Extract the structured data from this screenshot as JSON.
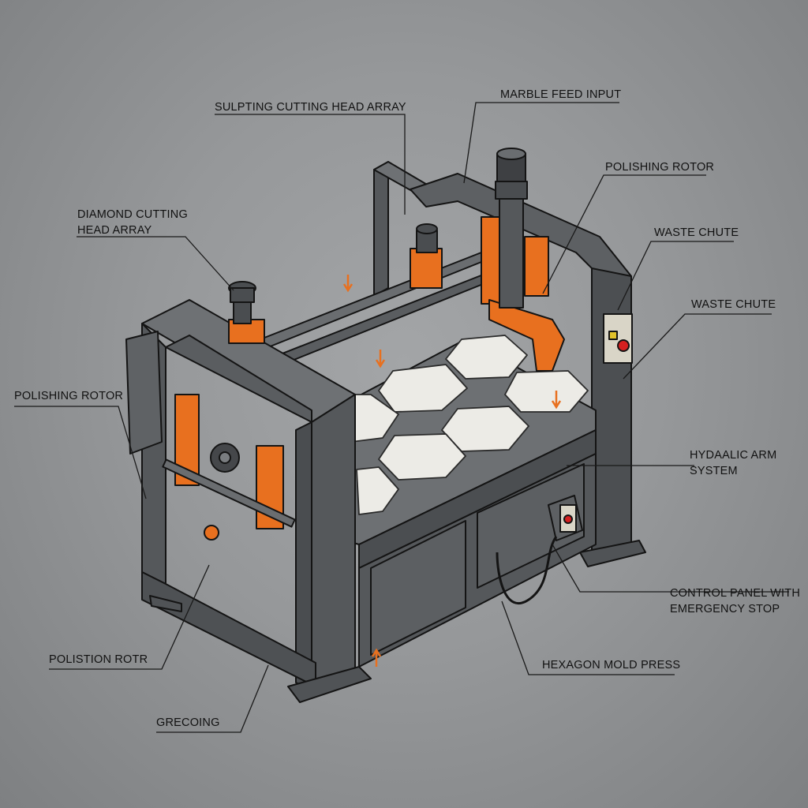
{
  "labels": {
    "sculpting_head": "SULPTING CUTTING HEAD ARRAY",
    "marble_feed": "MARBLE FEED INPUT",
    "polishing_rotor_top": "POLISHING ROTOR",
    "waste_chute_1": "WASTE CHUTE",
    "waste_chute_2": "WASTE CHUTE",
    "diamond_line1": "DIAMOND CUTTING",
    "diamond_line2": "HEAD ARRAY",
    "polishing_rotor_left": "POLISHING ROTOR",
    "hydraulic_line1": "HYDAALIC ARM",
    "hydraulic_line2": "SYSTEM",
    "control_line1": "CONTROL PANEL WITH",
    "control_line2": "EMERGENCY STOP",
    "polistion_rotr": "POLISTION ROTR",
    "hexagon_press": "HEXAGON MOLD PRESS",
    "grecoing": "GRECOING"
  },
  "colors": {
    "frame": "#5d6063",
    "frame_light": "#6e7174",
    "frame_dark": "#45474a",
    "accent": "#e8701f",
    "marble": "#ecebe6",
    "ink": "#141414",
    "stop_button": "#d42020"
  }
}
